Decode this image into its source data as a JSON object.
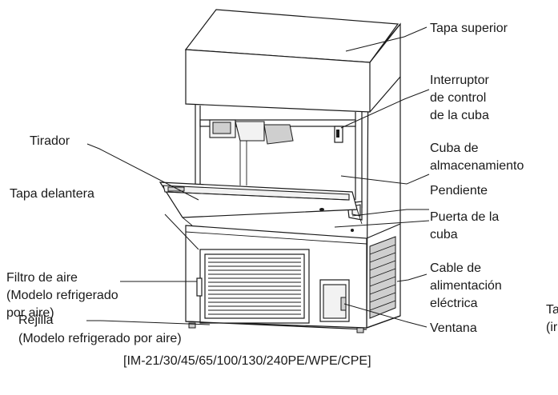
{
  "labels": {
    "tapa_superior": "Tapa superior",
    "interruptor": [
      "Interruptor",
      "de control",
      "de la cuba"
    ],
    "tirador": "Tirador",
    "cuba": [
      "Cuba de",
      "almacenamiento"
    ],
    "tapa_delantera": "Tapa delantera",
    "pendiente": "Pendiente",
    "puerta": [
      "Puerta de la",
      "cuba"
    ],
    "filtro": [
      "Filtro de aire",
      "(Modelo refrigerado",
      "por aire)"
    ],
    "cable": [
      "Cable de",
      "alimentación",
      "eléctrica"
    ],
    "rejilla": [
      "Rejilla",
      "(Modelo refrigerado por aire)"
    ],
    "ventana": "Ventana",
    "cut_off": [
      "Ta",
      "(ir"
    ]
  },
  "caption": "[IM-21/30/45/65/100/130/240PE/WPE/CPE]"
}
